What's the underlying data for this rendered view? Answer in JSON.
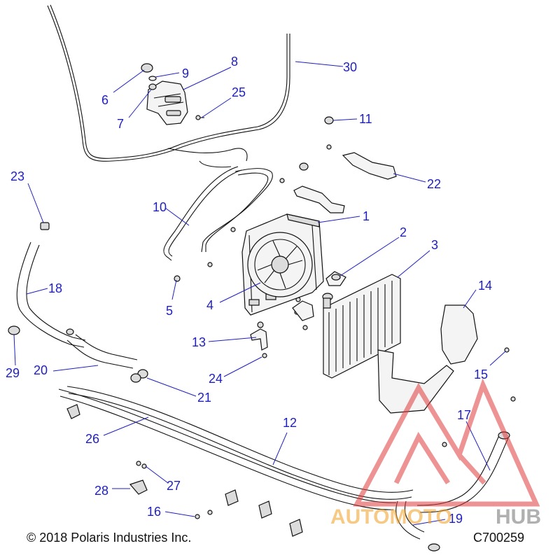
{
  "callouts": [
    {
      "id": "c1",
      "label": "1"
    },
    {
      "id": "c2",
      "label": "2"
    },
    {
      "id": "c3",
      "label": "3"
    },
    {
      "id": "c4",
      "label": "4"
    },
    {
      "id": "c5",
      "label": "5"
    },
    {
      "id": "c6",
      "label": "6"
    },
    {
      "id": "c7",
      "label": "7"
    },
    {
      "id": "c8",
      "label": "8"
    },
    {
      "id": "c9",
      "label": "9"
    },
    {
      "id": "c10",
      "label": "10"
    },
    {
      "id": "c11",
      "label": "11"
    },
    {
      "id": "c12",
      "label": "12"
    },
    {
      "id": "c13",
      "label": "13"
    },
    {
      "id": "c14",
      "label": "14"
    },
    {
      "id": "c15",
      "label": "15"
    },
    {
      "id": "c16",
      "label": "16"
    },
    {
      "id": "c17",
      "label": "17"
    },
    {
      "id": "c18",
      "label": "18"
    },
    {
      "id": "c19",
      "label": "19"
    },
    {
      "id": "c20",
      "label": "20"
    },
    {
      "id": "c21",
      "label": "21"
    },
    {
      "id": "c22",
      "label": "22"
    },
    {
      "id": "c23",
      "label": "23"
    },
    {
      "id": "c24",
      "label": "24"
    },
    {
      "id": "c25",
      "label": "25"
    },
    {
      "id": "c26",
      "label": "26"
    },
    {
      "id": "c27",
      "label": "27"
    },
    {
      "id": "c28",
      "label": "28"
    },
    {
      "id": "c29",
      "label": "29"
    },
    {
      "id": "c30",
      "label": "30"
    }
  ],
  "footer": {
    "copyright": "© 2018 Polaris Industries Inc.",
    "drawing_id": "C700259"
  },
  "watermark": {
    "text_left": "AUTOMOTO",
    "text_right": "HUB",
    "colors": {
      "logo": "#e03b3b",
      "text_left": "#f0a020",
      "text_right": "#707070"
    }
  },
  "colors": {
    "callout": "#1f1fbf",
    "line": "#111111"
  }
}
